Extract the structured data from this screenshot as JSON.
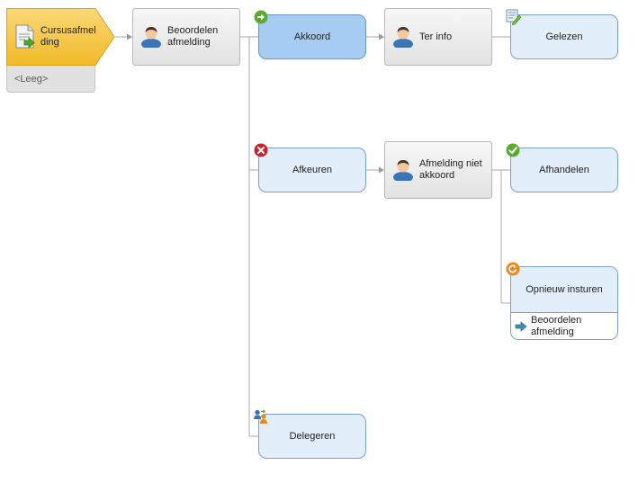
{
  "colors": {
    "connector": "#aaaaaa",
    "start_fill": "#f4c43c",
    "grey_box": "#e9e9e9",
    "blue_box": "#e2eef9",
    "selected_box": "#a6cdf1",
    "box_border": "#7aa1c8",
    "success_green": "#5aaa2c",
    "reject_red": "#c8232c",
    "retry_orange": "#e98a1c",
    "arrow_teal": "#3d8fb6"
  },
  "start": {
    "label": "Cursusafmelding",
    "empty_label": "<Leeg>",
    "icon": "document-arrow-icon"
  },
  "steps": {
    "review": {
      "label": "Beoordelen afmelding",
      "icon": "person-icon"
    },
    "not_approved": {
      "label": "Afmelding niet akkoord",
      "icon": "person-icon"
    },
    "for_info": {
      "label": "Ter info",
      "icon": "person-icon"
    }
  },
  "outcomes": {
    "approve": {
      "label": "Akkoord",
      "icon": "approve-arrow-icon"
    },
    "reject": {
      "label": "Afkeuren",
      "icon": "reject-x-icon"
    },
    "delegate": {
      "label": "Delegeren",
      "icon": "delegate-people-icon"
    },
    "read": {
      "label": "Gelezen",
      "icon": "note-pencil-icon"
    },
    "handle": {
      "label": "Afhandelen",
      "icon": "check-icon"
    },
    "resubmit": {
      "label": "Opnieuw insturen",
      "icon": "refresh-icon",
      "next_step": "Beoordelen afmelding",
      "next_icon": "goto-arrow-icon"
    }
  }
}
